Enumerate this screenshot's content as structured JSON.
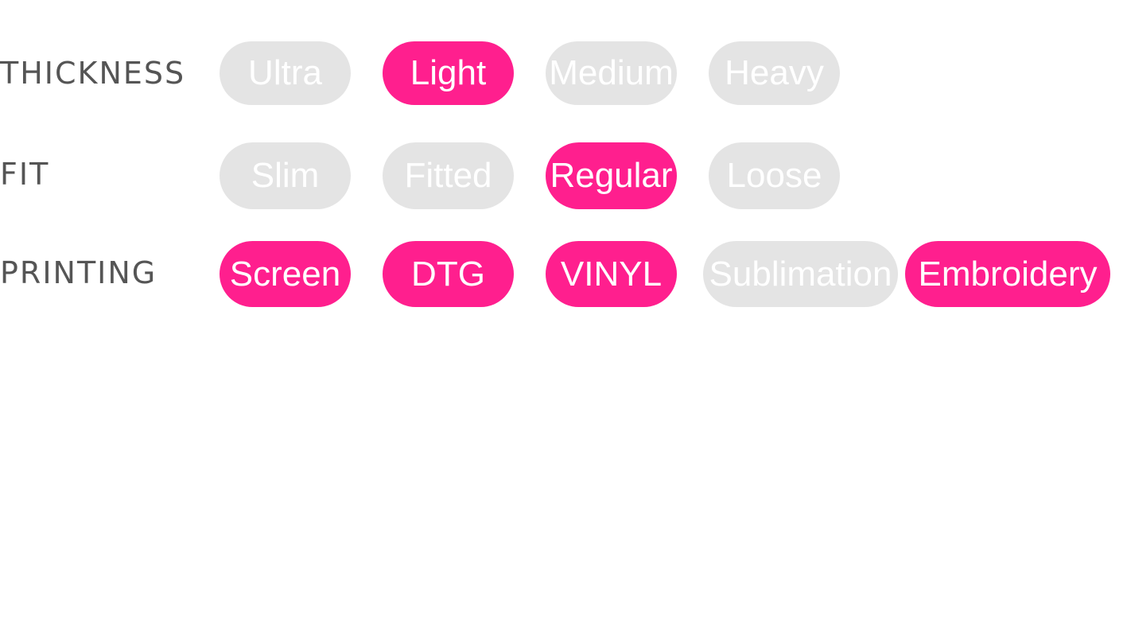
{
  "colors": {
    "selected": "#ff1f8e",
    "unselected": "#e4e4e4",
    "label_text": "#555555",
    "pill_text": "#ffffff"
  },
  "thickness": {
    "label": "THICKNESS",
    "options": [
      {
        "label": "Ultra",
        "selected": false
      },
      {
        "label": "Light",
        "selected": true
      },
      {
        "label": "Medium",
        "selected": false
      },
      {
        "label": "Heavy",
        "selected": false
      }
    ]
  },
  "fit": {
    "label": "FIT",
    "options": [
      {
        "label": "Slim",
        "selected": false
      },
      {
        "label": "Fitted",
        "selected": false
      },
      {
        "label": "Regular",
        "selected": true
      },
      {
        "label": "Loose",
        "selected": false
      }
    ]
  },
  "printing": {
    "label": "PRINTING",
    "options": [
      {
        "label": "Screen",
        "selected": true
      },
      {
        "label": "DTG",
        "selected": true
      },
      {
        "label": "VINYL",
        "selected": true
      },
      {
        "label": "Sublimation",
        "selected": false
      },
      {
        "label": "Embroidery",
        "selected": true
      }
    ]
  }
}
